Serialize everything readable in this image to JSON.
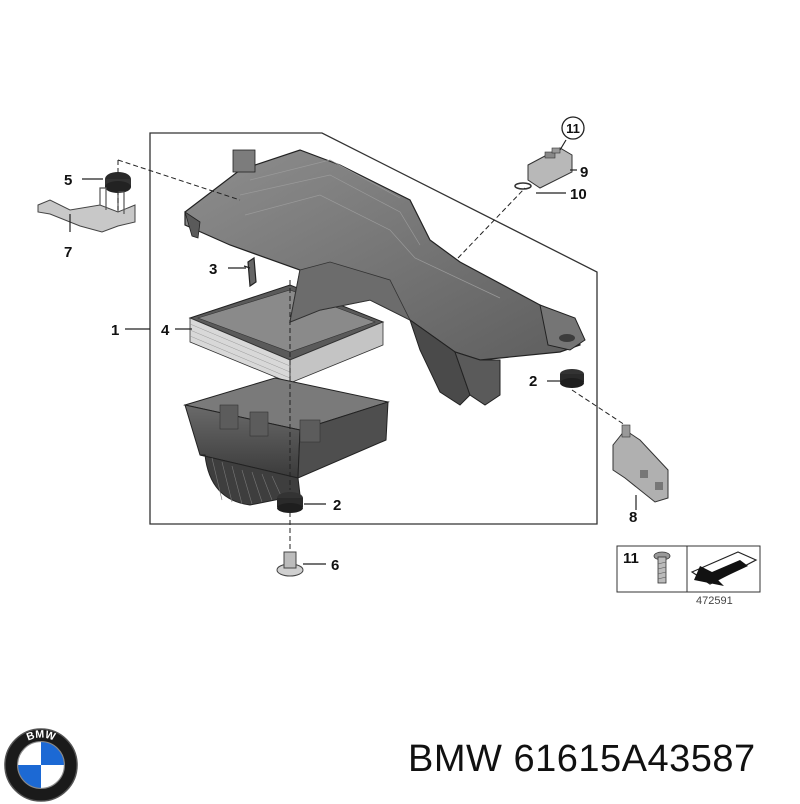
{
  "callouts": {
    "c1": "1",
    "c2a": "2",
    "c2b": "2",
    "c3": "3",
    "c4": "4",
    "c5": "5",
    "c6": "6",
    "c7": "7",
    "c8": "8",
    "c9": "9",
    "c10": "10",
    "c11": "11",
    "c11b": "11"
  },
  "diagram_ref": "472591",
  "caption": {
    "brand": "BMW",
    "part_number": "61615A43587"
  },
  "logo": {
    "letters": "BMW",
    "colors": {
      "blue": "#1c69d4",
      "white": "#ffffff",
      "ring": "#1a1a1a"
    }
  }
}
